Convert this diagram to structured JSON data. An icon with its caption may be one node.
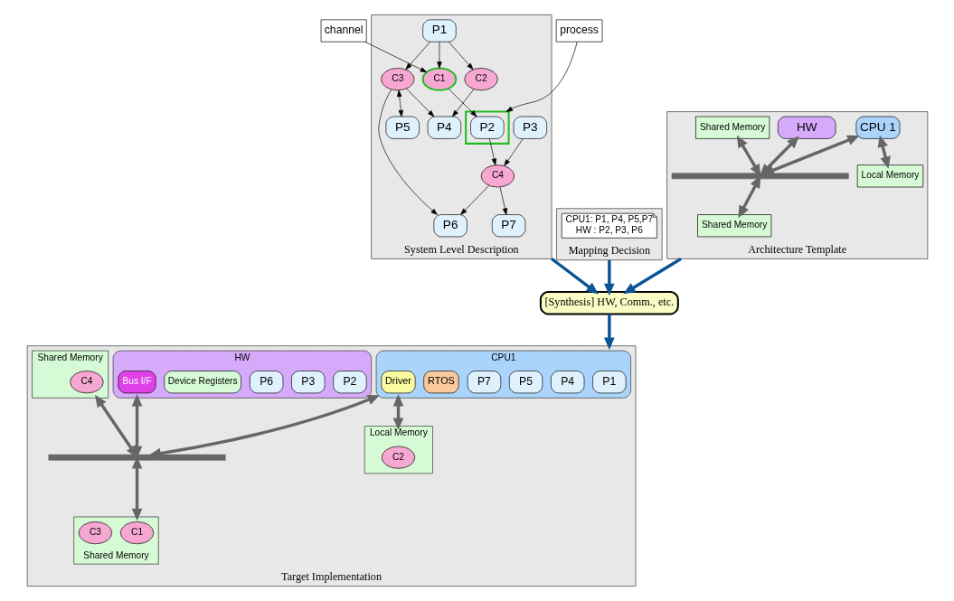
{
  "diagram": {
    "nodes": [
      {
        "text": [
          "channel"
        ]
      },
      {
        "text": [
          "process"
        ]
      },
      {
        "text": [
          "System Level Description"
        ]
      },
      {
        "text": [
          "P1"
        ],
        "in": 2
      },
      {
        "text": [
          "C1"
        ],
        "in": 2
      },
      {
        "text": [],
        "shape": "box",
        "in": 2
      },
      {
        "text": [
          "P2"
        ],
        "in": 5
      },
      {
        "text": [
          "P3"
        ],
        "in": 2
      },
      {
        "text": [
          "C2"
        ],
        "in": 2
      },
      {
        "text": [
          "C3"
        ],
        "in": 2
      },
      {
        "text": [
          "C4"
        ],
        "in": 2
      },
      {
        "text": [
          "P4"
        ],
        "in": 2
      },
      {
        "text": [
          "P5"
        ],
        "in": 2
      },
      {
        "text": [
          "P6"
        ],
        "in": 2
      },
      {
        "text": [
          "P7"
        ],
        "in": 2
      },
      {
        "text": [
          "Mapping Decision"
        ]
      },
      {
        "text": [
          "CPU1: P1, P4, P5,P7",
          "HW : P2, P3, P6"
        ],
        "in": 15
      },
      {
        "text": [
          "[Synthesis] HW, Comm., etc."
        ]
      },
      {
        "text": [
          "Architecture Template"
        ]
      },
      {
        "text": [
          "CPU 1"
        ],
        "in": 18
      },
      {
        "text": [
          "Local Memory"
        ],
        "in": 18
      },
      {
        "text": [
          "HW"
        ],
        "in": 18
      },
      {
        "text": [
          "Shared Memory"
        ],
        "in": 18
      },
      {
        "text": [],
        "shape": "bar",
        "in": 18
      },
      {
        "text": [
          "Shared Memory"
        ],
        "in": 18
      },
      {
        "text": [
          "Target Implementation"
        ]
      },
      {
        "text": [
          "CPU1"
        ],
        "in": 25
      },
      {
        "text": [
          "P1"
        ],
        "in": 26
      },
      {
        "text": [
          "P4"
        ],
        "in": 26
      },
      {
        "text": [
          "P5"
        ],
        "in": 26
      },
      {
        "text": [
          "P7"
        ],
        "in": 26
      },
      {
        "text": [
          "RTOS"
        ],
        "in": 26
      },
      {
        "text": [
          "Driver"
        ],
        "in": 26
      },
      {
        "text": [
          "Local Memory"
        ],
        "in": 25
      },
      {
        "text": [
          "C2"
        ],
        "in": 33
      },
      {
        "text": [
          "HW"
        ],
        "in": 25
      },
      {
        "text": [
          "P2"
        ],
        "in": 35
      },
      {
        "text": [
          "P3"
        ],
        "in": 35
      },
      {
        "text": [
          "P6"
        ],
        "in": 35
      },
      {
        "text": [
          "Device Registers"
        ],
        "in": 35
      },
      {
        "text": [
          "Bus I/F"
        ],
        "in": 35
      },
      {
        "text": [
          "Shared Memory"
        ],
        "in": 25
      },
      {
        "text": [
          "C4"
        ],
        "in": 41
      },
      {
        "text": [],
        "shape": "bar",
        "in": 25
      },
      {
        "text": [
          "Shared Memory"
        ],
        "in": 25
      },
      {
        "text": [
          "C1"
        ],
        "in": 44
      },
      {
        "text": [
          "C3"
        ],
        "in": 44
      }
    ],
    "edges": [
      {
        "from": 0,
        "to": 4,
        "arrow": "to"
      },
      {
        "from": 1,
        "to": 5,
        "arrow": "to"
      },
      {
        "from": 3,
        "to": 4,
        "arrow": "to"
      },
      {
        "from": 4,
        "to": 6,
        "arrow": "to"
      },
      {
        "from": 3,
        "to": 8,
        "arrow": "to"
      },
      {
        "from": 3,
        "to": 9,
        "arrow": "to"
      },
      {
        "from": 6,
        "to": 10,
        "arrow": "to"
      },
      {
        "from": 7,
        "to": 10,
        "arrow": "to"
      },
      {
        "from": 8,
        "to": 11,
        "arrow": "to"
      },
      {
        "from": 9,
        "to": 11,
        "arrow": "to"
      },
      {
        "from": 9,
        "to": 12,
        "arrow": "both"
      },
      {
        "from": 9,
        "to": 13,
        "arrow": "to"
      },
      {
        "from": 10,
        "to": 13,
        "arrow": "to"
      },
      {
        "from": 10,
        "to": 14,
        "arrow": "to"
      },
      {
        "from": 2,
        "to": 17,
        "arrow": "to",
        "style": "thick",
        "color": "#0b5394"
      },
      {
        "from": 15,
        "to": 17,
        "arrow": "to",
        "style": "thick",
        "color": "#0b5394"
      },
      {
        "from": 18,
        "to": 17,
        "arrow": "to",
        "style": "thick",
        "color": "#0b5394"
      },
      {
        "from": 17,
        "to": 25,
        "arrow": "to",
        "style": "thick",
        "color": "#0b5394"
      },
      {
        "from": 19,
        "to": 20,
        "arrow": "both",
        "style": "thick",
        "color": "#666666"
      },
      {
        "from": 19,
        "to": 23,
        "arrow": "both",
        "style": "thick",
        "color": "#666666"
      },
      {
        "from": 21,
        "to": 23,
        "arrow": "both",
        "style": "thick",
        "color": "#666666"
      },
      {
        "from": 22,
        "to": 23,
        "arrow": "both",
        "style": "thick",
        "color": "#666666"
      },
      {
        "from": 23,
        "to": 24,
        "arrow": "both",
        "style": "thick",
        "color": "#666666"
      },
      {
        "from": 26,
        "to": 33,
        "arrow": "both",
        "style": "thick",
        "color": "#666666"
      },
      {
        "from": 26,
        "to": 43,
        "arrow": "both",
        "style": "thick",
        "color": "#666666"
      },
      {
        "from": 35,
        "to": 43,
        "arrow": "both",
        "style": "thick",
        "color": "#666666"
      },
      {
        "from": 41,
        "to": 43,
        "arrow": "both",
        "style": "thick",
        "color": "#666666"
      },
      {
        "from": 43,
        "to": 44,
        "arrow": "both",
        "style": "thick",
        "color": "#666666"
      }
    ]
  }
}
